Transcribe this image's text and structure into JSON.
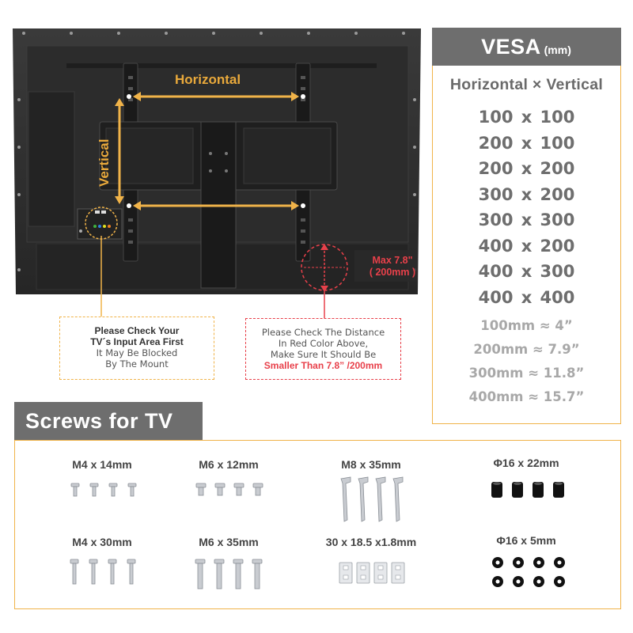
{
  "diagram": {
    "horizontal_label": "Horizontal",
    "vertical_label": "Vertical",
    "max_line1": "Max  7.8\"",
    "max_line2": "( 200mm )",
    "callout_input": {
      "line1": "Please Check Your",
      "line2": "TV´s Input Area First",
      "line3": "It May Be Blocked",
      "line4": "By The Mount"
    },
    "callout_distance": {
      "line1": "Please Check The Distance",
      "line2": "In Red Color Above,",
      "line3": "Make Sure It Should Be",
      "line4": "Smaller Than 7.8” /200mm"
    }
  },
  "vesa": {
    "title": "VESA",
    "unit": "(mm)",
    "subtitle": "Horizontal × Vertical",
    "sizes": [
      {
        "w": "100",
        "x": "x",
        "h": "100"
      },
      {
        "w": "200",
        "x": "x",
        "h": "100"
      },
      {
        "w": "200",
        "x": "x",
        "h": "200"
      },
      {
        "w": "300",
        "x": "x",
        "h": "200"
      },
      {
        "w": "300",
        "x": "x",
        "h": "300"
      },
      {
        "w": "400",
        "x": "x",
        "h": "200"
      },
      {
        "w": "400",
        "x": "x",
        "h": "300"
      },
      {
        "w": "400",
        "x": "x",
        "h": "400"
      }
    ],
    "conversions": [
      "100mm ≈ 4”",
      "200mm ≈ 7.9”",
      "300mm ≈ 11.8”",
      "400mm ≈ 15.7”"
    ]
  },
  "screws": {
    "title": "Screws for TV",
    "items": [
      {
        "label": "M4 x 14mm",
        "icon": "short-screw-icon"
      },
      {
        "label": "M6 x 12mm",
        "icon": "short-screw-icon"
      },
      {
        "label": "M8 x 35mm",
        "icon": "long-screw-icon"
      },
      {
        "label": "Φ16 x 22mm",
        "icon": "spacer-icon"
      },
      {
        "label": "M4 x 30mm",
        "icon": "medium-screw-icon"
      },
      {
        "label": "M6 x 35mm",
        "icon": "medium-screw-icon"
      },
      {
        "label": "30 x 18.5 x1.8mm",
        "icon": "plate-icon"
      },
      {
        "label": "Φ16 x 5mm",
        "icon": "washer-icon"
      }
    ]
  },
  "colors": {
    "accent": "#f0b349",
    "warning": "#e8404a",
    "header_bg": "#6e6e6e"
  }
}
